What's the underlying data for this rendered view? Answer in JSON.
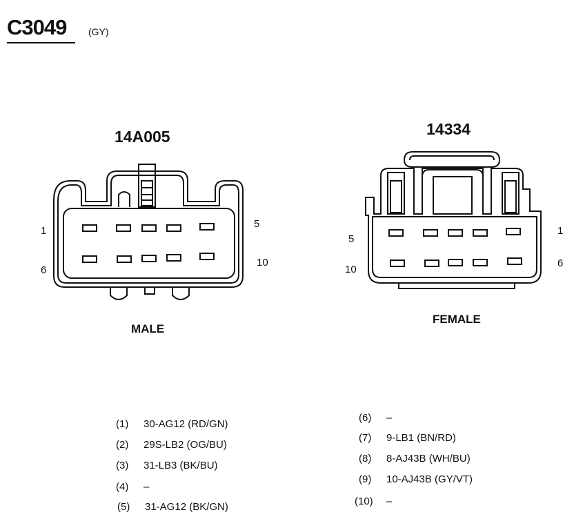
{
  "header": {
    "connector_id": "C3049",
    "color_code": "(GY)"
  },
  "male_connector": {
    "part_number": "14A005",
    "label": "MALE",
    "pin_labels": {
      "top_left": "1",
      "bottom_left": "6",
      "top_right": "5",
      "bottom_right": "10"
    }
  },
  "female_connector": {
    "part_number": "14334",
    "label": "FEMALE",
    "pin_labels": {
      "top_left": "5",
      "bottom_left": "10",
      "top_right": "1",
      "bottom_right": "6"
    }
  },
  "pinout": [
    {
      "pin": "(1)",
      "circuit": "30-AG12 (RD/GN)"
    },
    {
      "pin": "(2)",
      "circuit": "29S-LB2 (OG/BU)"
    },
    {
      "pin": "(3)",
      "circuit": "31-LB3 (BK/BU)"
    },
    {
      "pin": "(4)",
      "circuit": "–"
    },
    {
      "pin": "(5)",
      "circuit": "31-AG12 (BK/GN)"
    },
    {
      "pin": "(6)",
      "circuit": "–"
    },
    {
      "pin": "(7)",
      "circuit": "9-LB1 (BN/RD)"
    },
    {
      "pin": "(8)",
      "circuit": "8-AJ43B (WH/BU)"
    },
    {
      "pin": "(9)",
      "circuit": "10-AJ43B (GY/VT)"
    },
    {
      "pin": "(10)",
      "circuit": "–"
    }
  ]
}
